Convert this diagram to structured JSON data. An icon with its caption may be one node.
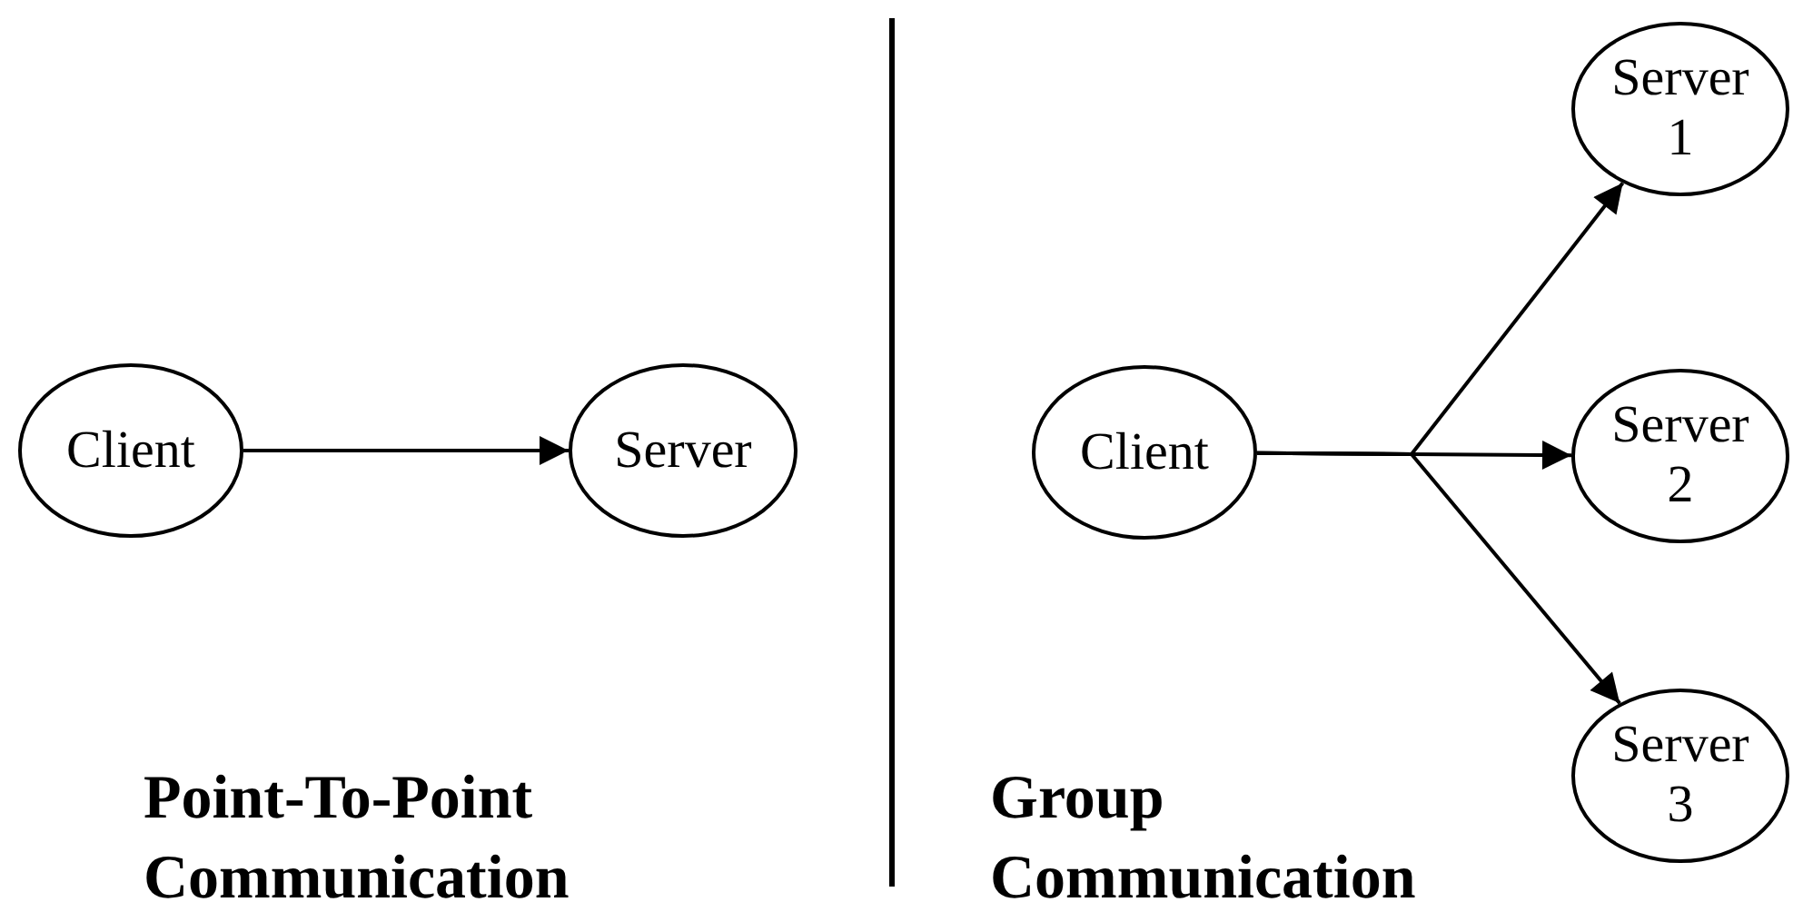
{
  "diagram": {
    "nodes": [
      {
        "text": [
          "Client"
        ]
      },
      {
        "text": [
          "Server"
        ]
      },
      {
        "text": [
          "Client"
        ]
      },
      {
        "text": [
          "Server 1"
        ]
      },
      {
        "text": [
          "Server 2"
        ]
      },
      {
        "text": [
          "Server 3"
        ]
      }
    ],
    "edges": [
      {
        "from": 0,
        "to": 1,
        "arrow": "to"
      },
      {
        "from": 2,
        "to": 3,
        "arrow": "to"
      },
      {
        "from": 2,
        "to": 4,
        "arrow": "to"
      },
      {
        "from": 2,
        "to": 5,
        "arrow": "to"
      }
    ],
    "labels": [
      "Point-To-Point Communication",
      "Group Communication"
    ]
  }
}
